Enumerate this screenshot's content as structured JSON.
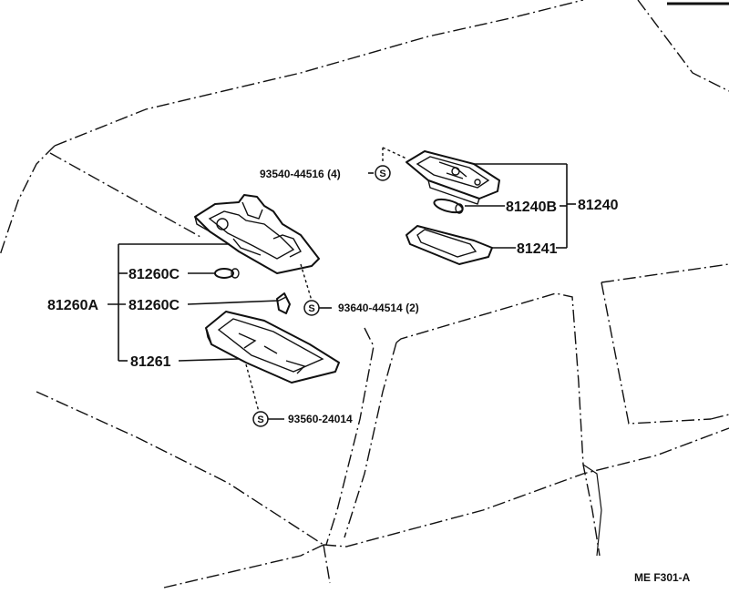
{
  "labels": {
    "p81240": "81240",
    "p81240b": "81240B",
    "p81241": "81241",
    "p93540": "93540-44516 (4)",
    "p81260a": "81260A",
    "p81260c_top": "81260C",
    "p81260c_mid": "81260C",
    "p81261": "81261",
    "p93640": "93640-44514 (2)",
    "p93560": "93560-24014",
    "ref": "ME  F301-A"
  },
  "symbols": {
    "screw": "S"
  }
}
